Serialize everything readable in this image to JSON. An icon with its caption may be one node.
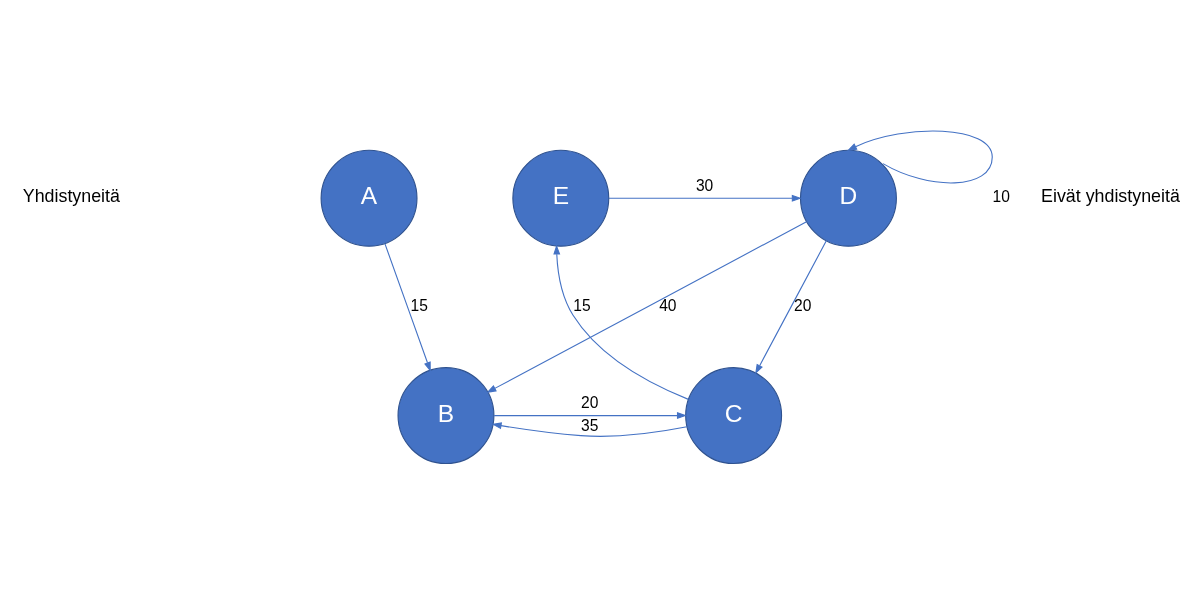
{
  "diagram": {
    "nodes": [
      {
        "text": [
          "A"
        ]
      },
      {
        "text": [
          "D"
        ]
      },
      {
        "text": [
          "E"
        ]
      },
      {
        "text": [
          "B"
        ]
      },
      {
        "text": [
          "C"
        ]
      }
    ],
    "edges": [
      {
        "from": 0,
        "to": 3,
        "arrow": "to",
        "label": "15"
      },
      {
        "from": 1,
        "to": 3,
        "arrow": "to",
        "label": "40"
      },
      {
        "from": 1,
        "to": 4,
        "arrow": "to",
        "label": "20"
      },
      {
        "from": 4,
        "to": 2,
        "arrow": "to",
        "label": "15"
      },
      {
        "from": 3,
        "to": 4,
        "arrow": "to",
        "label": "20"
      },
      {
        "from": 4,
        "to": 3,
        "arrow": "to",
        "label": "35"
      },
      {
        "from": 2,
        "to": 1,
        "arrow": "to",
        "label": "30"
      },
      {
        "from": 1,
        "to": 1,
        "arrow": "to",
        "label": "10"
      }
    ],
    "labels": [
      "Eivät yhdistyneitä",
      "Yhdistyneitä"
    ]
  }
}
